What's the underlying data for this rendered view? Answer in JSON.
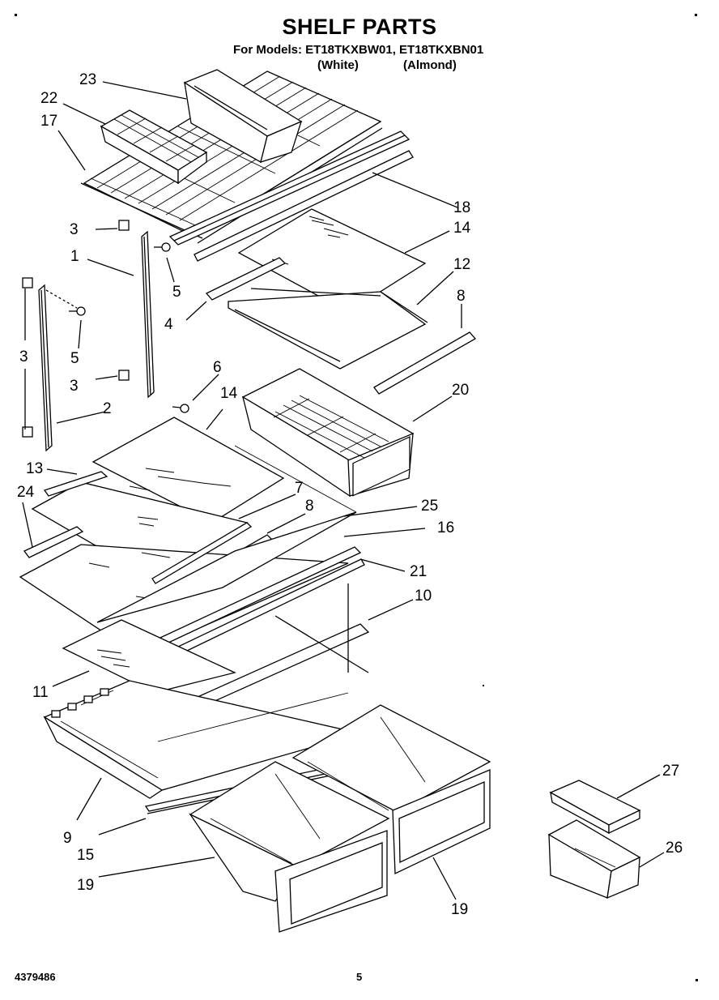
{
  "title": "SHELF PARTS",
  "models_line": "For Models: ET18TKXBW01, ET18TKXBN01",
  "color_white": "(White)",
  "color_almond": "(Almond)",
  "doc_number": "4379486",
  "page_number": "5",
  "callouts": [
    "23",
    "22",
    "17",
    "18",
    "14",
    "12",
    "8",
    "3",
    "1",
    "5",
    "3",
    "4",
    "5",
    "3",
    "3",
    "6",
    "14",
    "20",
    "2",
    "13",
    "7",
    "8",
    "25",
    "16",
    "24",
    "21",
    "10",
    "11",
    "9",
    "15",
    "19",
    "19",
    "27",
    "26"
  ]
}
